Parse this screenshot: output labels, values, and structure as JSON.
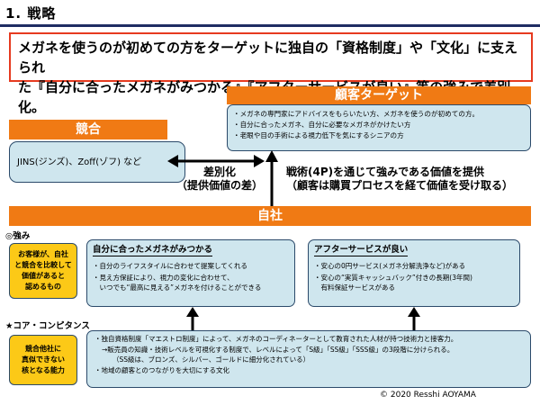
{
  "header": {
    "title": "1. 戦略"
  },
  "headline": {
    "line1": "メガネを使うのが初めての方をターゲットに独自の「資格制度」や「文化」に支えられ",
    "line2": "た『自分に合ったメガネがみつかる』『アフターサービスが良い』等の強みで差別化。"
  },
  "target": {
    "title": "顧客ターゲット",
    "items": [
      "・メガネの専門家にアドバイスをもらいたい方、メガネを使うのが初めての方。",
      "・自分に合ったメガネ、自分に必要なメガネがかけたい方",
      "・老眼や目の手術による視力低下を気にするシニアの方"
    ]
  },
  "competitor": {
    "title": "競合",
    "text": "JINS(ジンズ)、Zoff(ゾフ) など"
  },
  "differentiation": {
    "line1": "差別化",
    "line2": "（提供価値の差）"
  },
  "strategy": {
    "line1": "戦術(4P)を通じて強みである価値を提供",
    "line2": "（顧客は購買プロセスを経て価値を受け取る）"
  },
  "company": {
    "title": "自社"
  },
  "strengths": {
    "label": "◎強み",
    "note": [
      "お客様が、自社",
      "と競合を比較して",
      "価値があると",
      "認めるもの"
    ],
    "box1": {
      "title": "自分に合ったメガネがみつかる",
      "items": [
        "・自分のライフスタイルに合わせて提案してくれる",
        "・見え方保証により、視力の変化に合わせて、",
        "　いつでも“最高に見える”メガネを付けることができる"
      ]
    },
    "box2": {
      "title": "アフターサービスが良い",
      "items": [
        "・安心の0円サービス(メガネ分解洗浄など)がある",
        "・安心の“実質キャッシュバック”付きの長期(3年間)",
        "　有料保証サービスがある"
      ]
    }
  },
  "core": {
    "label": "★コア・コンピタンス",
    "note": [
      "競合他社に",
      "真似できない",
      "核となる能力"
    ],
    "lines": [
      "・独自資格制度「マエストロ制度」によって、メガネのコーディネーターとして教育された人材が持つ技術力と接客力。",
      "→販売員の知識・技術レベルを可視化する制度で、レベルによって「S級」「SS級」「SSS級」の3段階に分けられる。",
      "（SS級は、ブロンズ、シルバー、ゴールドに細分化されている）",
      "・地域の顧客とのつながりを大切にする文化"
    ]
  },
  "footer": {
    "copyright": "© 2020 Resshi AOYAMA"
  },
  "colors": {
    "orange": "#f07a14",
    "light_blue": "#cfe6ee",
    "yellow": "#fcc917",
    "red_border": "#e63a1f",
    "navy_line": "#1f2d63",
    "arrow_black": "#000000"
  }
}
